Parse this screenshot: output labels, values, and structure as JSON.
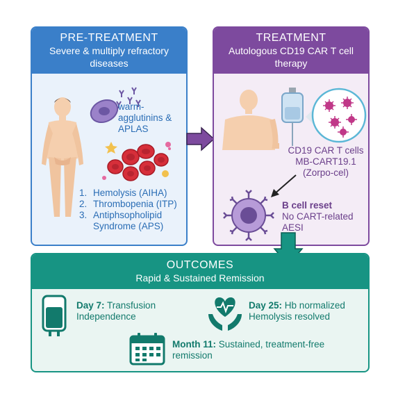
{
  "pretreatment": {
    "title": "PRE-TREATMENT",
    "subtitle": "Severe & multiply refractory diseases",
    "antibody_label": "warm-agglutinins & APLAS",
    "diseases": [
      {
        "num": "1.",
        "text": "Hemolysis (AIHA)"
      },
      {
        "num": "2.",
        "text": "Thrombopenia (ITP)"
      },
      {
        "num": "3.",
        "text": "Antiphsopholipid Syndrome (APS)"
      }
    ]
  },
  "treatment": {
    "title": "TREATMENT",
    "subtitle": "Autologous CD19 CAR T cell therapy",
    "cart_label": "CD19 CAR T cells MB-CART19.1 (Zorpo-cel)",
    "bcell_title": "B cell reset",
    "bcell_text": "No CART-related AESI"
  },
  "outcomes": {
    "title": "OUTCOMES",
    "subtitle": "Rapid & Sustained Remission",
    "items": [
      {
        "label": "Day 7:",
        "text": "Transfusion Independence"
      },
      {
        "label": "Day 25:",
        "text": "Hb normalized Hemolysis resolved"
      },
      {
        "label": "Month 11:",
        "text": "Sustained, treatment-free remission"
      }
    ]
  },
  "colors": {
    "pre": "#3a7fc9",
    "treatment": "#7d4a9e",
    "outcomes": "#179483"
  }
}
